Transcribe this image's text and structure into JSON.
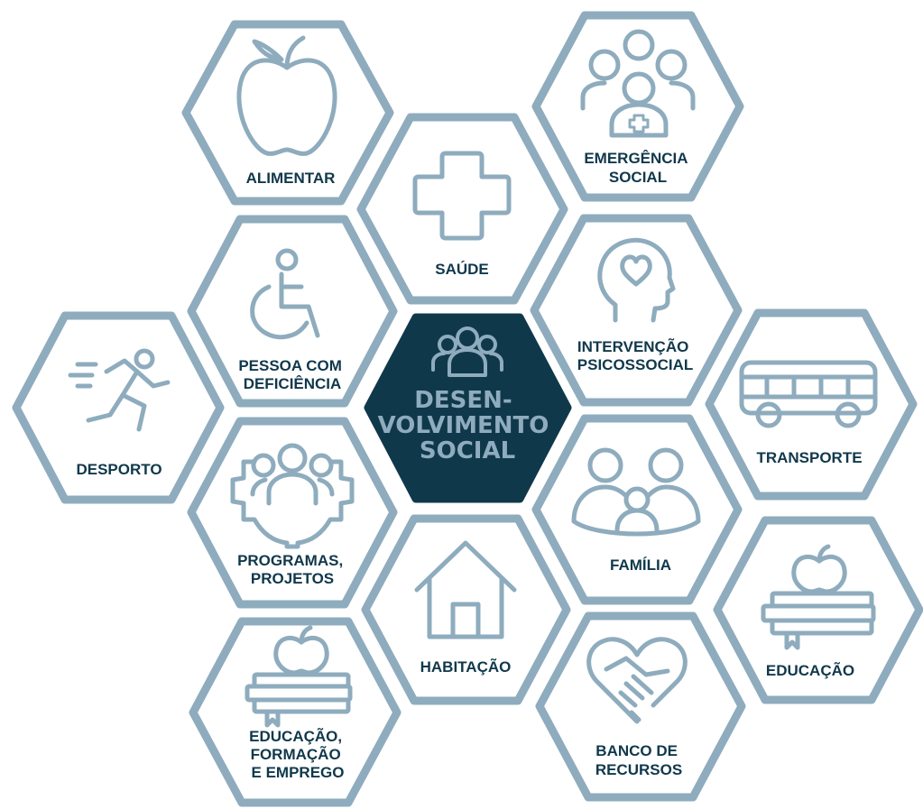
{
  "center": {
    "lines": [
      "DESEN-",
      "VOLVIMENTO",
      "SOCIAL"
    ],
    "icon": "group-icon",
    "fill": "#10384b",
    "text_color": "#8eacbd"
  },
  "outline_color": "#8eacbd",
  "label_color": "#10384b",
  "cells": [
    {
      "id": "alimentar",
      "icon": "apple-icon",
      "lines": [
        "ALIMENTAR"
      ]
    },
    {
      "id": "saude",
      "icon": "plus-cross-icon",
      "lines": [
        "SAÚDE"
      ]
    },
    {
      "id": "emergencia-social",
      "icon": "people-medical-icon",
      "lines": [
        "EMERGÊNCIA",
        "SOCIAL"
      ]
    },
    {
      "id": "pessoa-com-deficiencia",
      "icon": "wheelchair-icon",
      "lines": [
        "PESSOA COM",
        "DEFICIÊNCIA"
      ]
    },
    {
      "id": "intervencao-psicossocial",
      "icon": "head-heart-icon",
      "lines": [
        "INTERVENÇÃO",
        "PSICOSSOCIAL"
      ]
    },
    {
      "id": "desporto",
      "icon": "runner-icon",
      "lines": [
        "DESPORTO"
      ]
    },
    {
      "id": "transporte",
      "icon": "bus-icon",
      "lines": [
        "TRANSPORTE"
      ]
    },
    {
      "id": "programas-projetos",
      "icon": "gear-people-icon",
      "lines": [
        "PROGRAMAS,",
        "PROJETOS"
      ]
    },
    {
      "id": "familia",
      "icon": "family-icon",
      "lines": [
        "FAMÍLIA"
      ]
    },
    {
      "id": "habitacao",
      "icon": "house-icon",
      "lines": [
        "HABITAÇÃO"
      ]
    },
    {
      "id": "educacao",
      "icon": "books-apple-icon",
      "lines": [
        "EDUCAÇÃO"
      ]
    },
    {
      "id": "educacao-formacao-emprego",
      "icon": "books-apple-icon",
      "lines": [
        "EDUCAÇÃO,",
        "FORMAÇÃO",
        "E EMPREGO"
      ]
    },
    {
      "id": "banco-de-recursos",
      "icon": "heart-handshake-icon",
      "lines": [
        "BANCO DE",
        "RECURSOS"
      ]
    }
  ]
}
